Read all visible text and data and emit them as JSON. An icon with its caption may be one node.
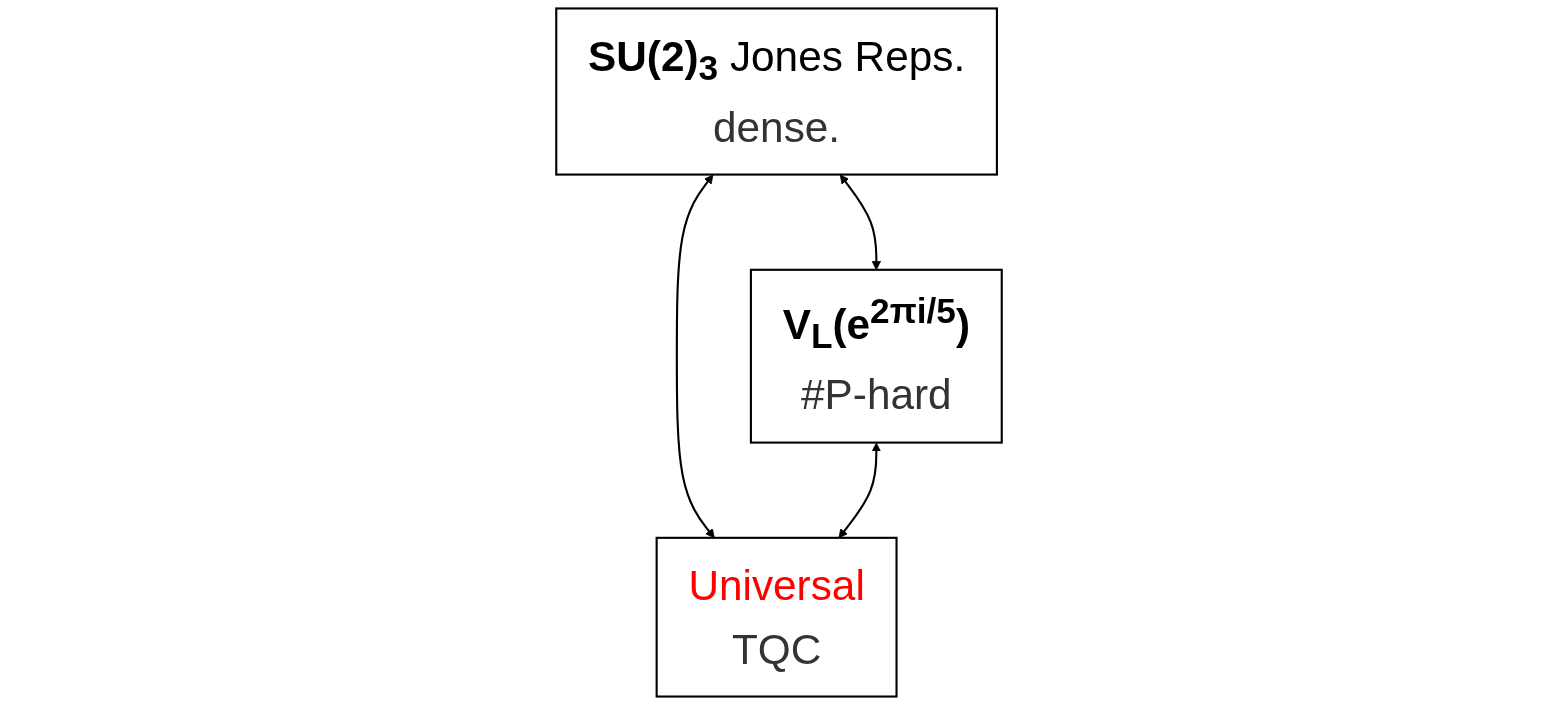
{
  "diagram": {
    "nodes": [
      {
        "text": [
          "**SU(2)$_{3}$** Jones Reps.",
          "dense."
        ]
      },
      {
        "text": [
          "V$_{L}$(e$^{2πi/5}$)",
          "#P-hard"
        ]
      },
      {
        "text": [
          "Universal",
          "TQC"
        ]
      }
    ],
    "edges": [
      {
        "from": 0,
        "to": 1,
        "arrow": "both"
      },
      {
        "from": 0,
        "to": 2,
        "arrow": "both"
      },
      {
        "from": 1,
        "to": 2,
        "arrow": "both"
      }
    ]
  }
}
